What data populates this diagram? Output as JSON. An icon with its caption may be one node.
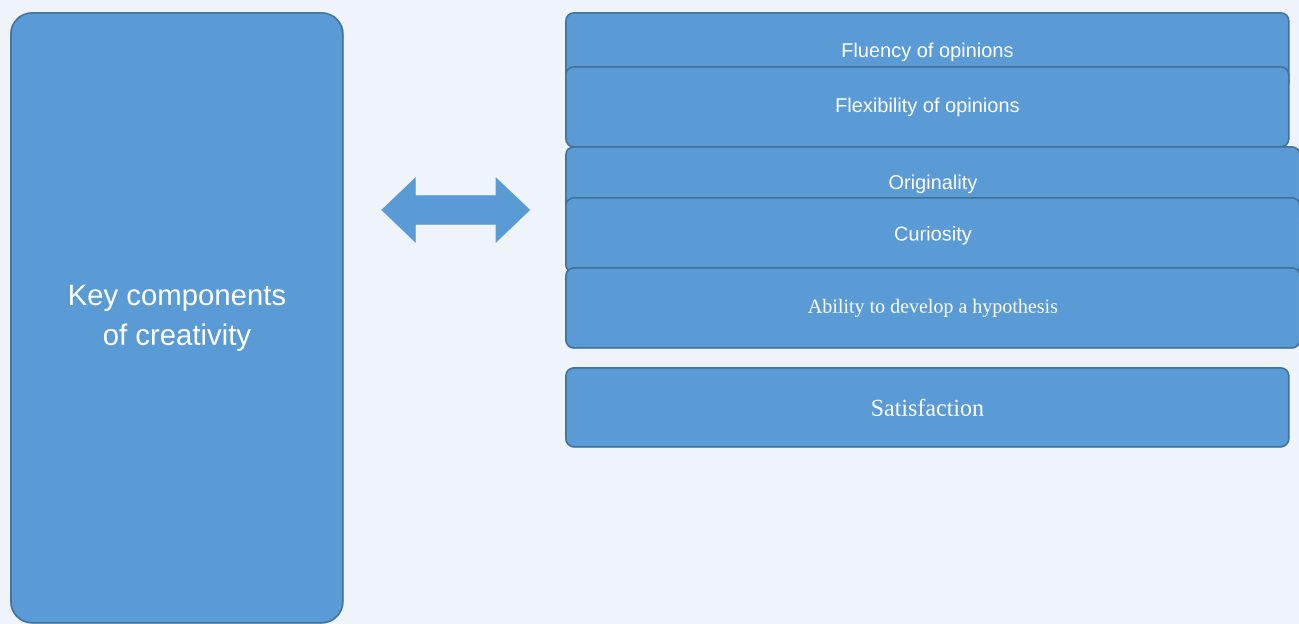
{
  "diagram": {
    "nodes": [
      {
        "text": [
          "Key components of creativity"
        ]
      },
      {
        "text": [
          "Fluency of opinions"
        ]
      },
      {
        "text": [
          "Flexibility of opinions"
        ]
      },
      {
        "text": [
          "Originality"
        ]
      },
      {
        "text": [
          "Curiosity"
        ]
      },
      {
        "text": [
          "Ability to develop a hypothesis"
        ]
      },
      {
        "text": [
          "Satisfaction"
        ]
      }
    ],
    "edges": [
      {
        "from": 0,
        "to": 3,
        "arrow": "both"
      }
    ]
  }
}
